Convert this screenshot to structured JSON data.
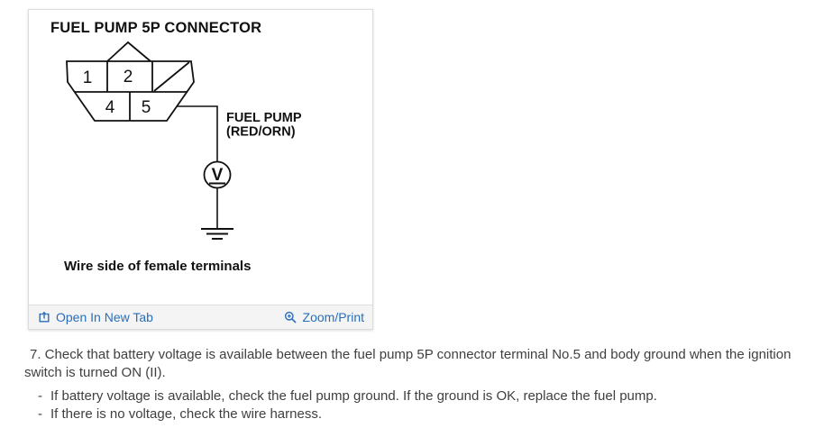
{
  "panel": {
    "diagram": {
      "title": "FUEL PUMP 5P CONNECTOR",
      "terminals": [
        "1",
        "2",
        "4",
        "5"
      ],
      "wire_label_line1": "FUEL PUMP",
      "wire_label_line2": "(RED/ORN)",
      "meter_symbol": "V",
      "caption": "Wire side of female terminals"
    },
    "footer": {
      "open_link_label": "Open In New Tab",
      "zoom_link_label": "Zoom/Print"
    }
  },
  "instructions": {
    "step": "7. Check that battery voltage is available between the fuel pump 5P connector terminal No.5 and body ground when the ignition switch is turned ON (II).",
    "bullet_marker": "-",
    "bullets": [
      "If battery voltage is available, check the fuel pump ground. If the ground is OK, replace the fuel pump.",
      "If there is no voltage, check the wire harness."
    ]
  },
  "colors": {
    "link_blue": "#2a6ebb",
    "diagram_ink": "#111111",
    "body_text": "#3f3f3f",
    "footer_bg": "#f4f4f4"
  }
}
